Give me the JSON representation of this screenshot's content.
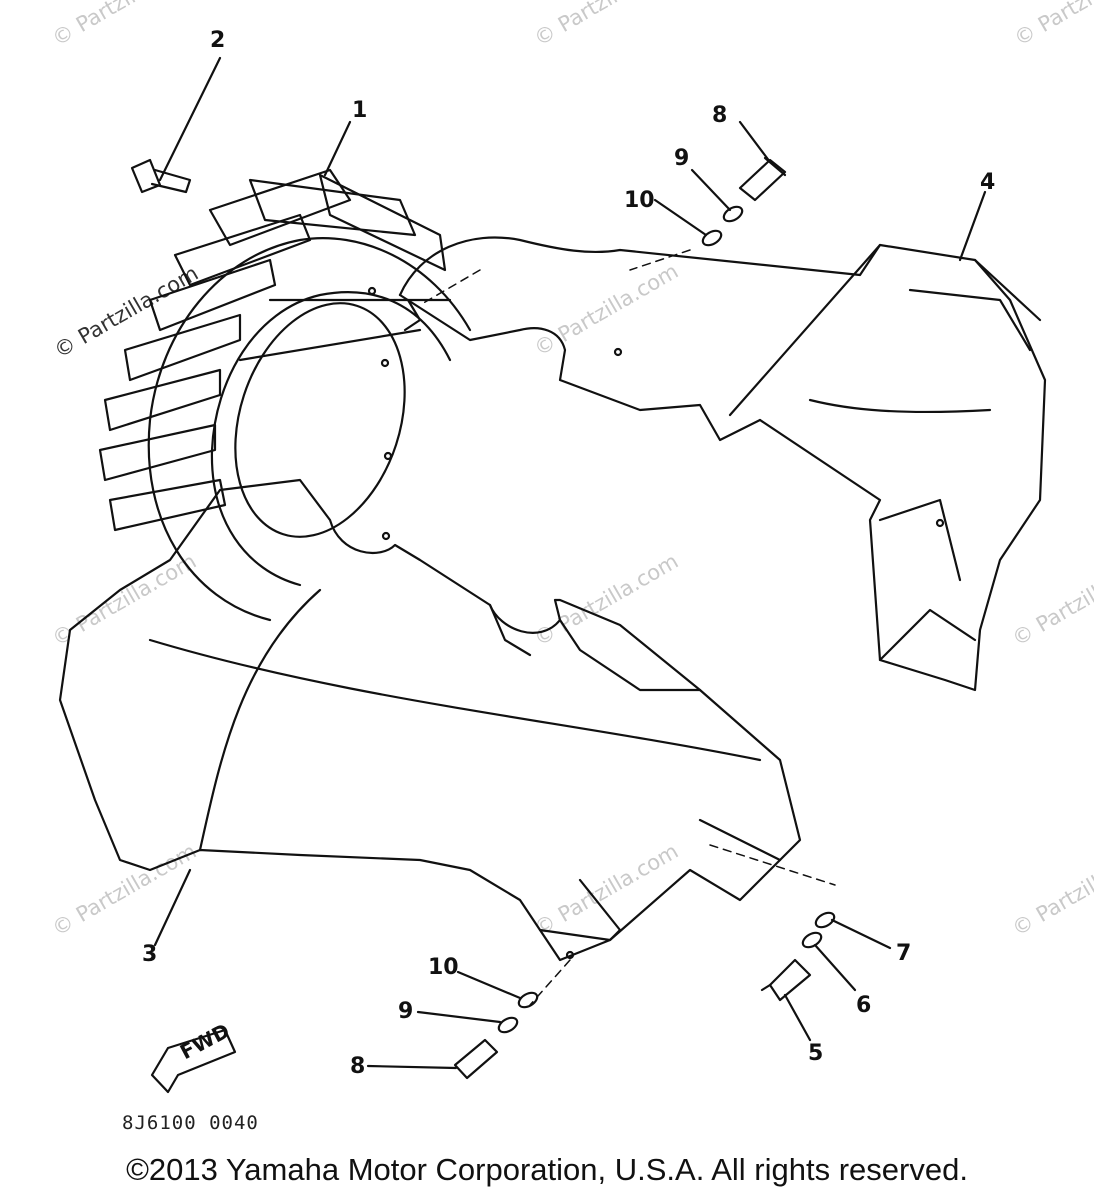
{
  "diagram": {
    "watermark_text": "© Partzilla.com",
    "callouts": {
      "c1": "1",
      "c2": "2",
      "c3": "3",
      "c4": "4",
      "c5": "5",
      "c6": "6",
      "c7": "7",
      "c8_top": "8",
      "c8_bottom": "8",
      "c9_top": "9",
      "c9_bottom": "9",
      "c10_top": "10",
      "c10_bottom": "10"
    },
    "fwd_label": "FWD",
    "drawing_code": "8J6100 0040",
    "copyright": "©2013 Yamaha Motor Corporation, U.S.A. All rights reserved."
  },
  "colors": {
    "line": "#111111",
    "watermark": "#c9c9c9",
    "background": "#ffffff"
  }
}
